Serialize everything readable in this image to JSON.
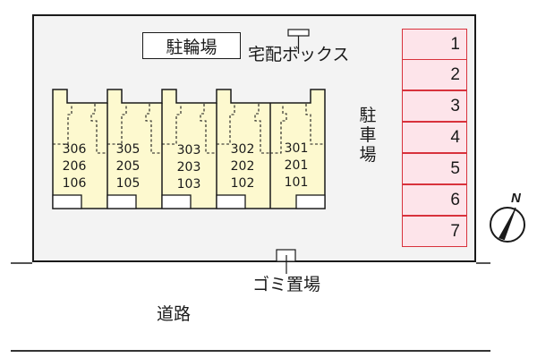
{
  "diagram": {
    "type": "site-layout",
    "labels": {
      "bicycle_parking": "駐輪場",
      "delivery_box": "宅配ボックス",
      "parking_lot": [
        "駐",
        "車",
        "場"
      ],
      "garbage_area": "ゴミ置場",
      "road": "道路",
      "north": "N"
    },
    "buildings": [
      {
        "floors": [
          "306",
          "206",
          "106"
        ]
      },
      {
        "floors": [
          "305",
          "205",
          "105"
        ]
      },
      {
        "floors": [
          "303",
          "203",
          "103"
        ]
      },
      {
        "floors": [
          "302",
          "202",
          "102"
        ]
      },
      {
        "floors": [
          "301",
          "201",
          "101"
        ]
      }
    ],
    "parking_stalls": [
      "1",
      "2",
      "3",
      "4",
      "5",
      "6",
      "7"
    ],
    "colors": {
      "site_fill": "#f3f3f3",
      "building_fill": "#fdf9cf",
      "stall_fill": "#fde4ea",
      "stall_border": "#d8323c",
      "line": "#1a1a1a"
    }
  }
}
